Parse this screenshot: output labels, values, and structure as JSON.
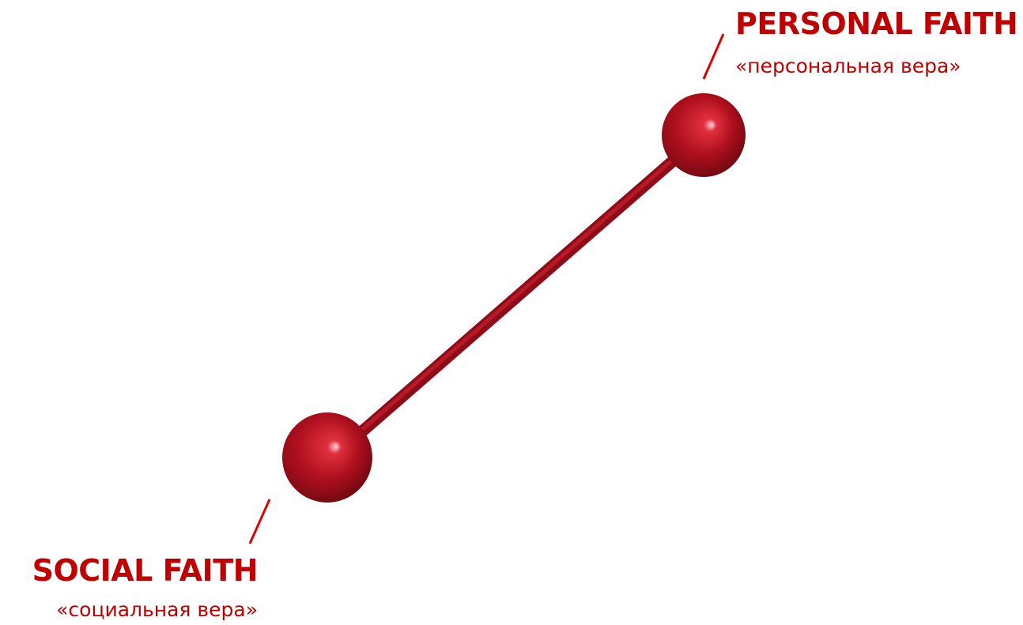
{
  "colors": {
    "accent_red": "#c00000",
    "sphere_red": "#8b0d18"
  },
  "nodes": {
    "personal": {
      "title": "PERSONAL FAITH",
      "subtitle": "«персональная вера»"
    },
    "social": {
      "title": "SOCIAL FAITH",
      "subtitle": "«социальная вера»"
    }
  }
}
